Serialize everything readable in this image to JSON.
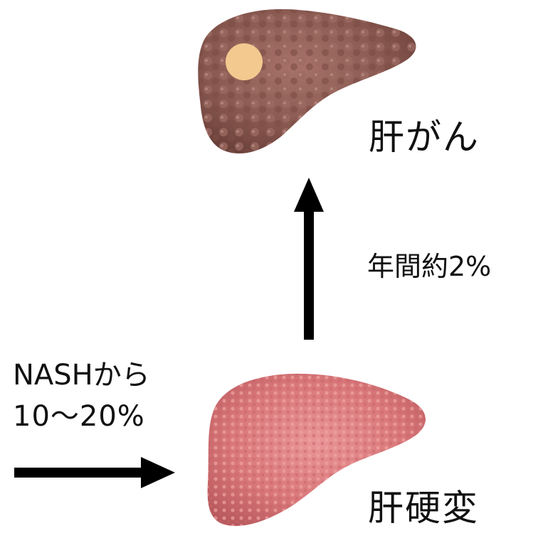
{
  "labels": {
    "cancer": "肝がん",
    "annual_rate": "年間約2%",
    "from_nash_line1": "NASHから",
    "from_nash_line2": "10〜20%",
    "cirrhosis": "肝硬変"
  },
  "colors": {
    "cancer_liver": "#8a5a52",
    "tumor_spot": "#f4c98f",
    "cirrhosis_liver": "#d9777a",
    "arrow": "#000000"
  },
  "icons": [
    "cancer-liver-illustration",
    "tumor-spot",
    "cirrhosis-liver-illustration",
    "up-arrow",
    "right-arrow"
  ]
}
